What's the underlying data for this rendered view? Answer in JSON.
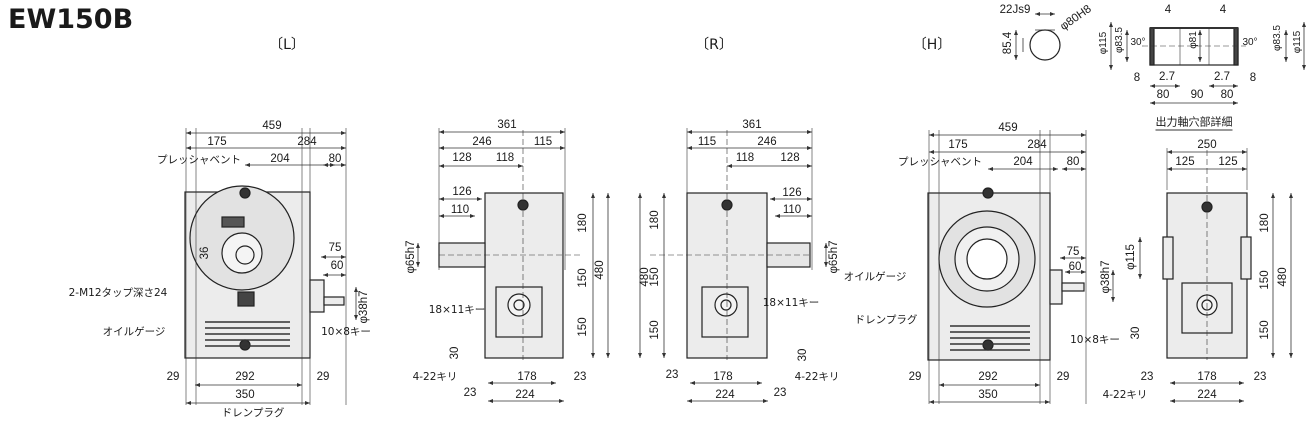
{
  "title": "EW150B",
  "views": {
    "L": {
      "label": "〔L〕",
      "dims": [
        "459",
        "175",
        "284",
        "204",
        "80",
        "75",
        "60",
        "36",
        "φ38h7",
        "29",
        "292",
        "29",
        "350"
      ],
      "notes": [
        "プレッシャベント",
        "2-M12タップ深さ24",
        "オイルゲージ",
        "10×8キー",
        "ドレンプラグ"
      ]
    },
    "R_left": {
      "dims": [
        "361",
        "246",
        "115",
        "128",
        "118",
        "126",
        "110",
        "180",
        "150",
        "150",
        "480",
        "φ65h7",
        "30",
        "178",
        "23",
        "23",
        "224"
      ],
      "notes": [
        "18×11キー",
        "4-22キリ"
      ]
    },
    "R": {
      "label": "〔R〕",
      "dims": [
        "361",
        "115",
        "246",
        "118",
        "128",
        "126",
        "110",
        "480",
        "180",
        "150",
        "150",
        "φ65h7",
        "30",
        "23",
        "178",
        "23",
        "224"
      ],
      "notes": [
        "18×11キー",
        "4-22キリ"
      ]
    },
    "H": {
      "label": "〔H〕",
      "dims": [
        "459",
        "175",
        "284",
        "204",
        "80",
        "75",
        "60",
        "φ38h7",
        "29",
        "292",
        "29",
        "350"
      ],
      "notes": [
        "プレッシャベント",
        "オイルゲージ",
        "ドレンプラグ",
        "10×8キー"
      ]
    },
    "side": {
      "dims": [
        "250",
        "125",
        "125",
        "φ115",
        "180",
        "150",
        "150",
        "480",
        "30",
        "23",
        "178",
        "23",
        "224"
      ],
      "notes": [
        "4-22キリ"
      ]
    },
    "detail": {
      "title": "出力軸穴部詳細",
      "dims": [
        "22Js9",
        "φ80H8",
        "85.4",
        "φ115",
        "φ83.5",
        "30°",
        "φ81",
        "30°",
        "φ83.5",
        "φ115",
        "4",
        "4",
        "8",
        "2.7",
        "2.7",
        "8",
        "80",
        "90",
        "80"
      ]
    }
  }
}
